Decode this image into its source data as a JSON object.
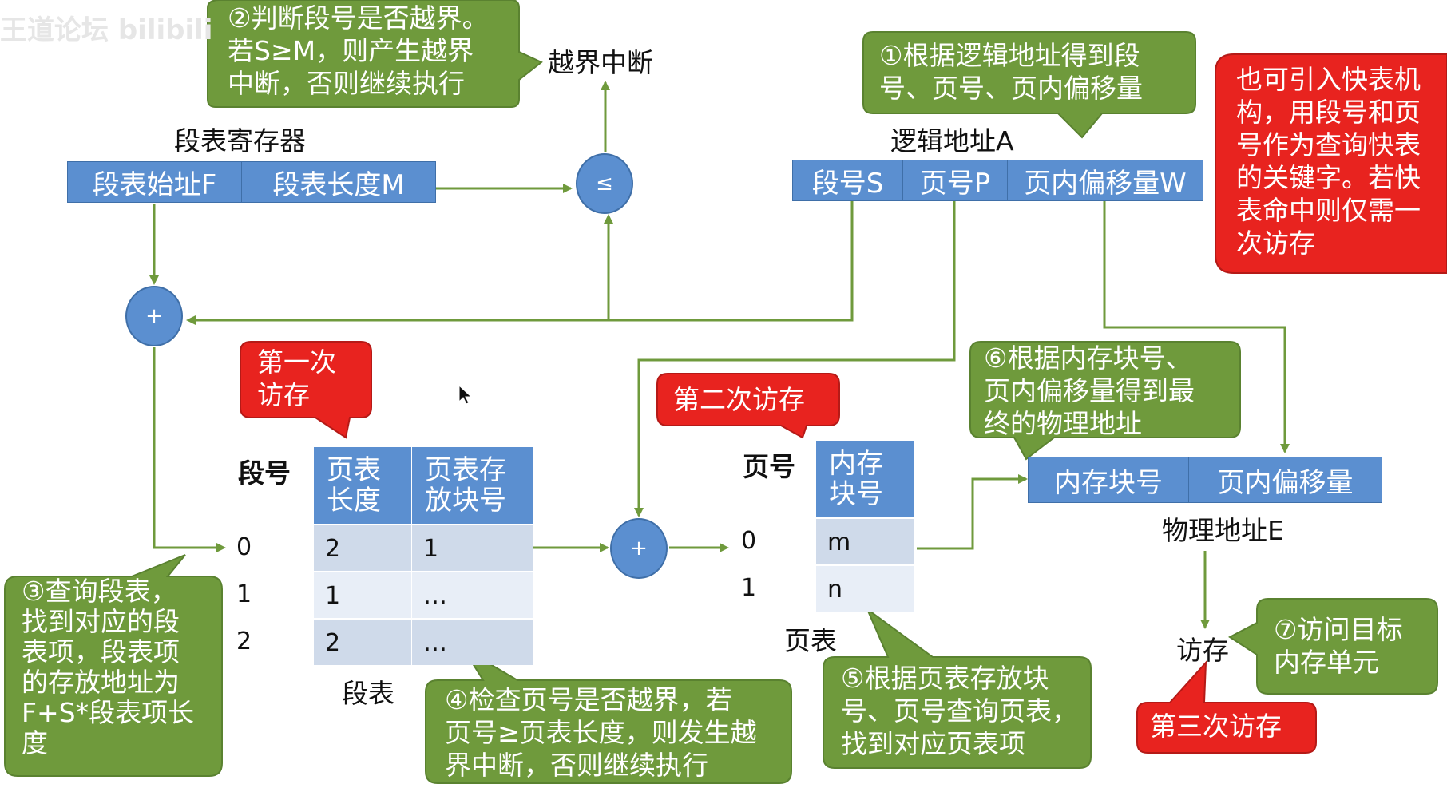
{
  "watermark": "王道论坛 bilibili",
  "segment_register": {
    "title": "段表寄存器",
    "start_field": "段表始址F",
    "length_field": "段表长度M"
  },
  "compare_symbol": "≤",
  "plus_symbol": "+",
  "overflow_interrupt": "越界中断",
  "logical_address": {
    "title": "逻辑地址A",
    "segment_no": "段号S",
    "page_no": "页号P",
    "offset": "页内偏移量W"
  },
  "segment_table": {
    "index_label": "段号",
    "col1": "页表\n长度",
    "col2": "页表存\n放块号",
    "indices": [
      "0",
      "1",
      "2"
    ],
    "rows": [
      [
        "2",
        "1"
      ],
      [
        "1",
        "…"
      ],
      [
        "2",
        "…"
      ]
    ],
    "caption": "段表"
  },
  "page_table": {
    "index_label": "页号",
    "col": "内存\n块号",
    "indices": [
      "0",
      "1"
    ],
    "rows": [
      "m",
      "n"
    ],
    "caption": "页表"
  },
  "physical_address": {
    "block_no": "内存块号",
    "offset": "页内偏移量",
    "title": "物理地址E"
  },
  "access_label": "访存",
  "callouts": {
    "step1": "①根据逻辑地址得到段\n号、页号、页内偏移量",
    "step2": "②判断段号是否越界。\n若S≥M，则产生越界\n中断，否则继续执行",
    "step3": "③查询段表，\n找到对应的段\n表项，段表项\n的存放地址为\nF+S*段表项长\n度",
    "step4": "④检查页号是否越界，若\n页号≥页表长度，则发生越\n界中断，否则继续执行",
    "step5": "⑤根据页表存放块\n号、页号查询页表，\n找到对应页表项",
    "step6": "⑥根据内存块号、\n页内偏移量得到最\n终的物理地址",
    "step7": "⑦访问目标\n内存单元",
    "tlb_note": "也可引入快表机\n构，用段号和页\n号作为查询快表\n的关键字。若快\n表命中则仅需一\n次访存",
    "first_access": "第一次\n访存",
    "second_access": "第二次访存",
    "third_access": "第三次访存"
  },
  "colors": {
    "blue": "#5b8fd0",
    "green_callout": "#6f9a3c",
    "red_callout": "#e8231f",
    "arrow": "#6f9a3c"
  }
}
